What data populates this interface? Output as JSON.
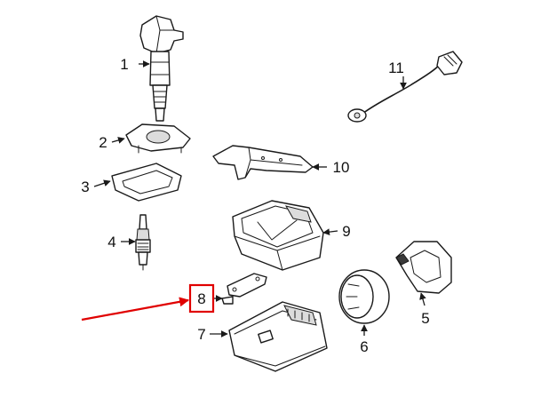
{
  "diagram": {
    "callouts": [
      {
        "id": "1",
        "label": "1"
      },
      {
        "id": "2",
        "label": "2"
      },
      {
        "id": "3",
        "label": "3"
      },
      {
        "id": "4",
        "label": "4"
      },
      {
        "id": "5",
        "label": "5"
      },
      {
        "id": "6",
        "label": "6"
      },
      {
        "id": "7",
        "label": "7"
      },
      {
        "id": "8",
        "label": "8"
      },
      {
        "id": "9",
        "label": "9"
      },
      {
        "id": "10",
        "label": "10"
      },
      {
        "id": "11",
        "label": "11"
      }
    ],
    "highlight": {
      "target": "8",
      "box_color": "#e00000",
      "arrow_color": "#e00000"
    }
  }
}
